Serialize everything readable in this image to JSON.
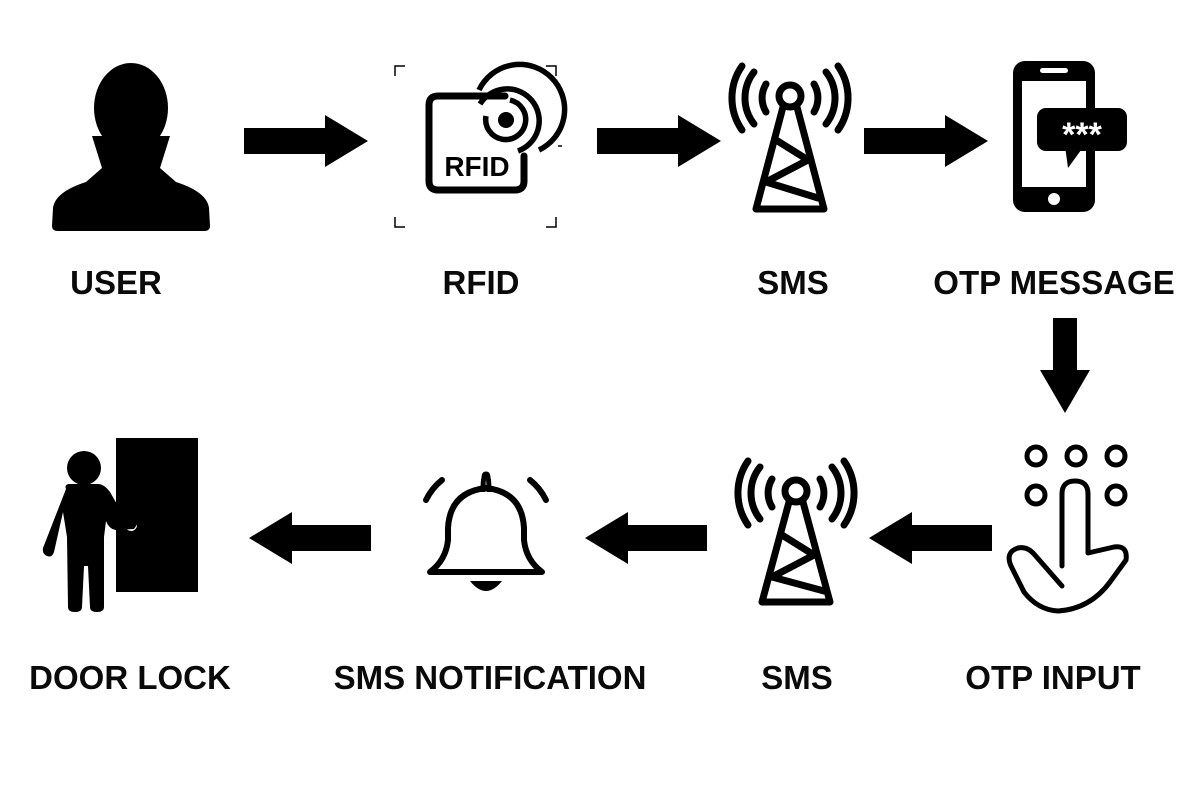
{
  "nodes": {
    "user": {
      "label": "USER",
      "icon": "user-silhouette-icon"
    },
    "rfid": {
      "label": "RFID",
      "icon": "rfid-card-icon",
      "icon_text": "RFID"
    },
    "sms_top": {
      "label": "SMS",
      "icon": "cell-tower-icon"
    },
    "otp_message": {
      "label": "OTP MESSAGE",
      "icon": "phone-message-icon",
      "icon_text": "***"
    },
    "otp_input": {
      "label": "OTP INPUT",
      "icon": "keypad-touch-icon"
    },
    "sms_bottom": {
      "label": "SMS",
      "icon": "cell-tower-icon"
    },
    "sms_notification": {
      "label": "SMS NOTIFICATION",
      "icon": "bell-icon"
    },
    "door_lock": {
      "label": "DOOR LOCK",
      "icon": "person-door-icon"
    }
  },
  "flow": [
    "USER",
    "RFID",
    "SMS",
    "OTP MESSAGE",
    "OTP INPUT",
    "SMS",
    "SMS NOTIFICATION",
    "DOOR LOCK"
  ],
  "colors": {
    "ink": "#000000",
    "background": "#ffffff"
  }
}
